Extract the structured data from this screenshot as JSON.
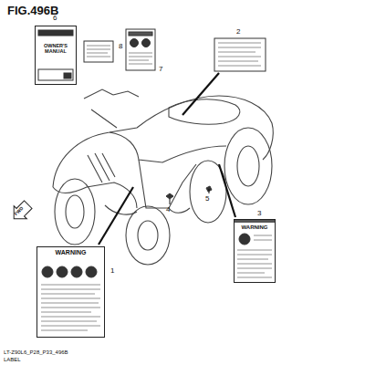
{
  "diagram": {
    "title": "FIG.496B",
    "nodes": [
      {
        "text": [
          "OWNER'S MANUAL"
        ]
      },
      {
        "text": [
          "WARNING"
        ]
      },
      {
        "text": [
          "WARNING"
        ]
      }
    ],
    "labels": [
      "6",
      "2",
      "8",
      "7",
      "4",
      "5",
      "3",
      "1",
      "FWD",
      "LT-Z90L6_P28_P33_496B",
      "LABEL"
    ]
  }
}
